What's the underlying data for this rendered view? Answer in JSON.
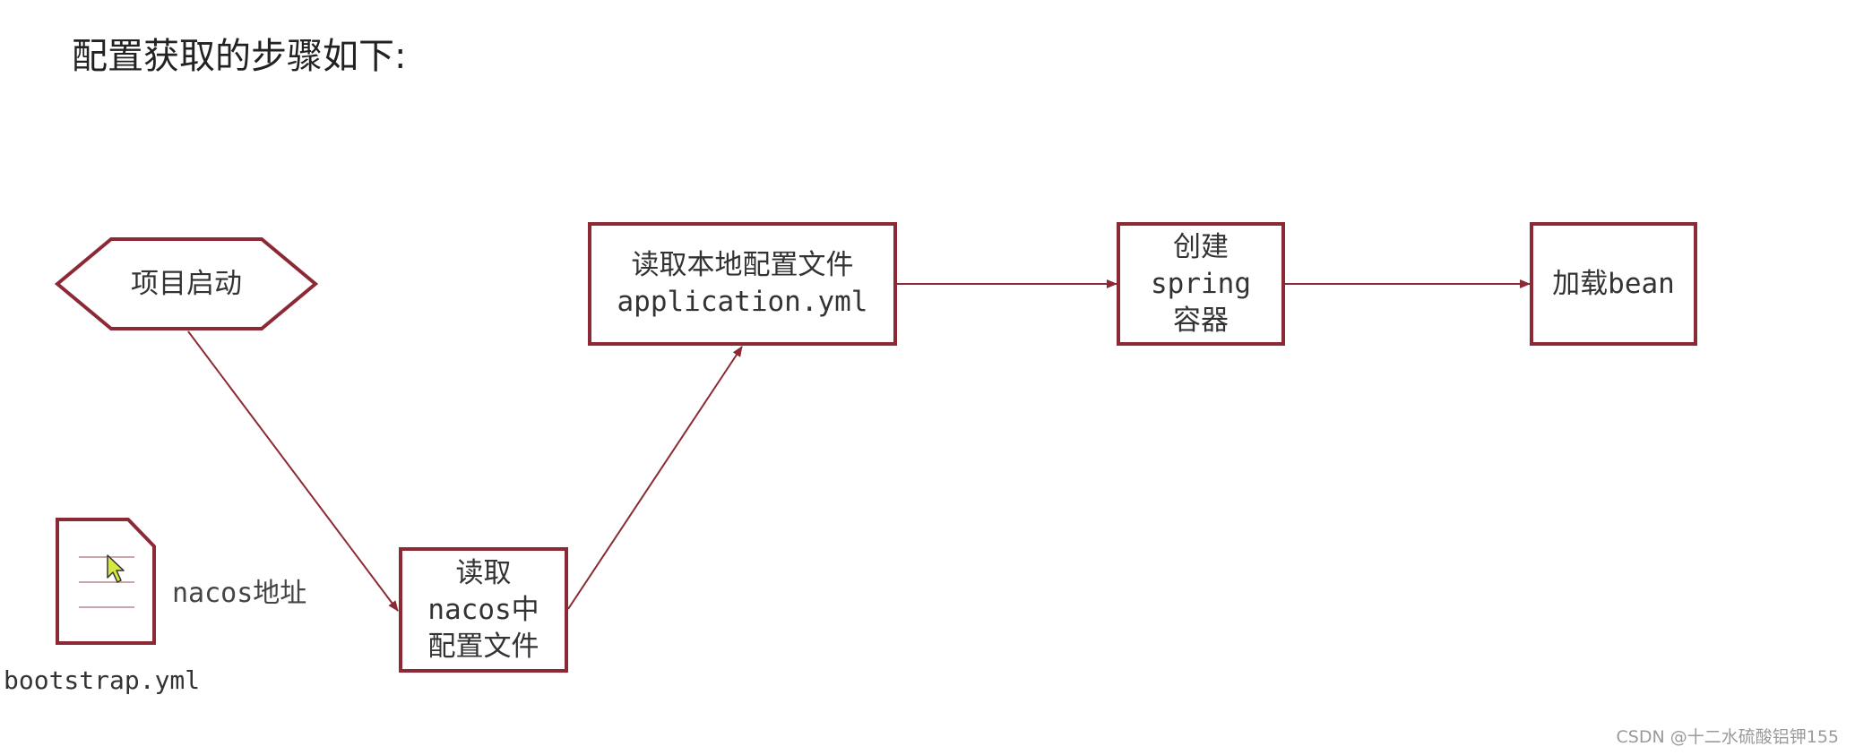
{
  "heading": "配置获取的步骤如下:",
  "colors": {
    "node_border": "#8b2a35",
    "arrow": "#8b2a35",
    "file_line": "#c9a6aa",
    "cursor": "#d6e83c"
  },
  "nodes": {
    "start": "项目启动",
    "read_nacos": "读取\nnacos中\n配置文件",
    "read_local": "读取本地配置文件\napplication.yml",
    "create_spring": "创建\nspring\n容器",
    "load_bean": "加载bean"
  },
  "file": {
    "icon": "document-icon",
    "name": "bootstrap.yml",
    "note": "nacos地址"
  },
  "watermark": "CSDN @十二水硫酸铝钾155"
}
